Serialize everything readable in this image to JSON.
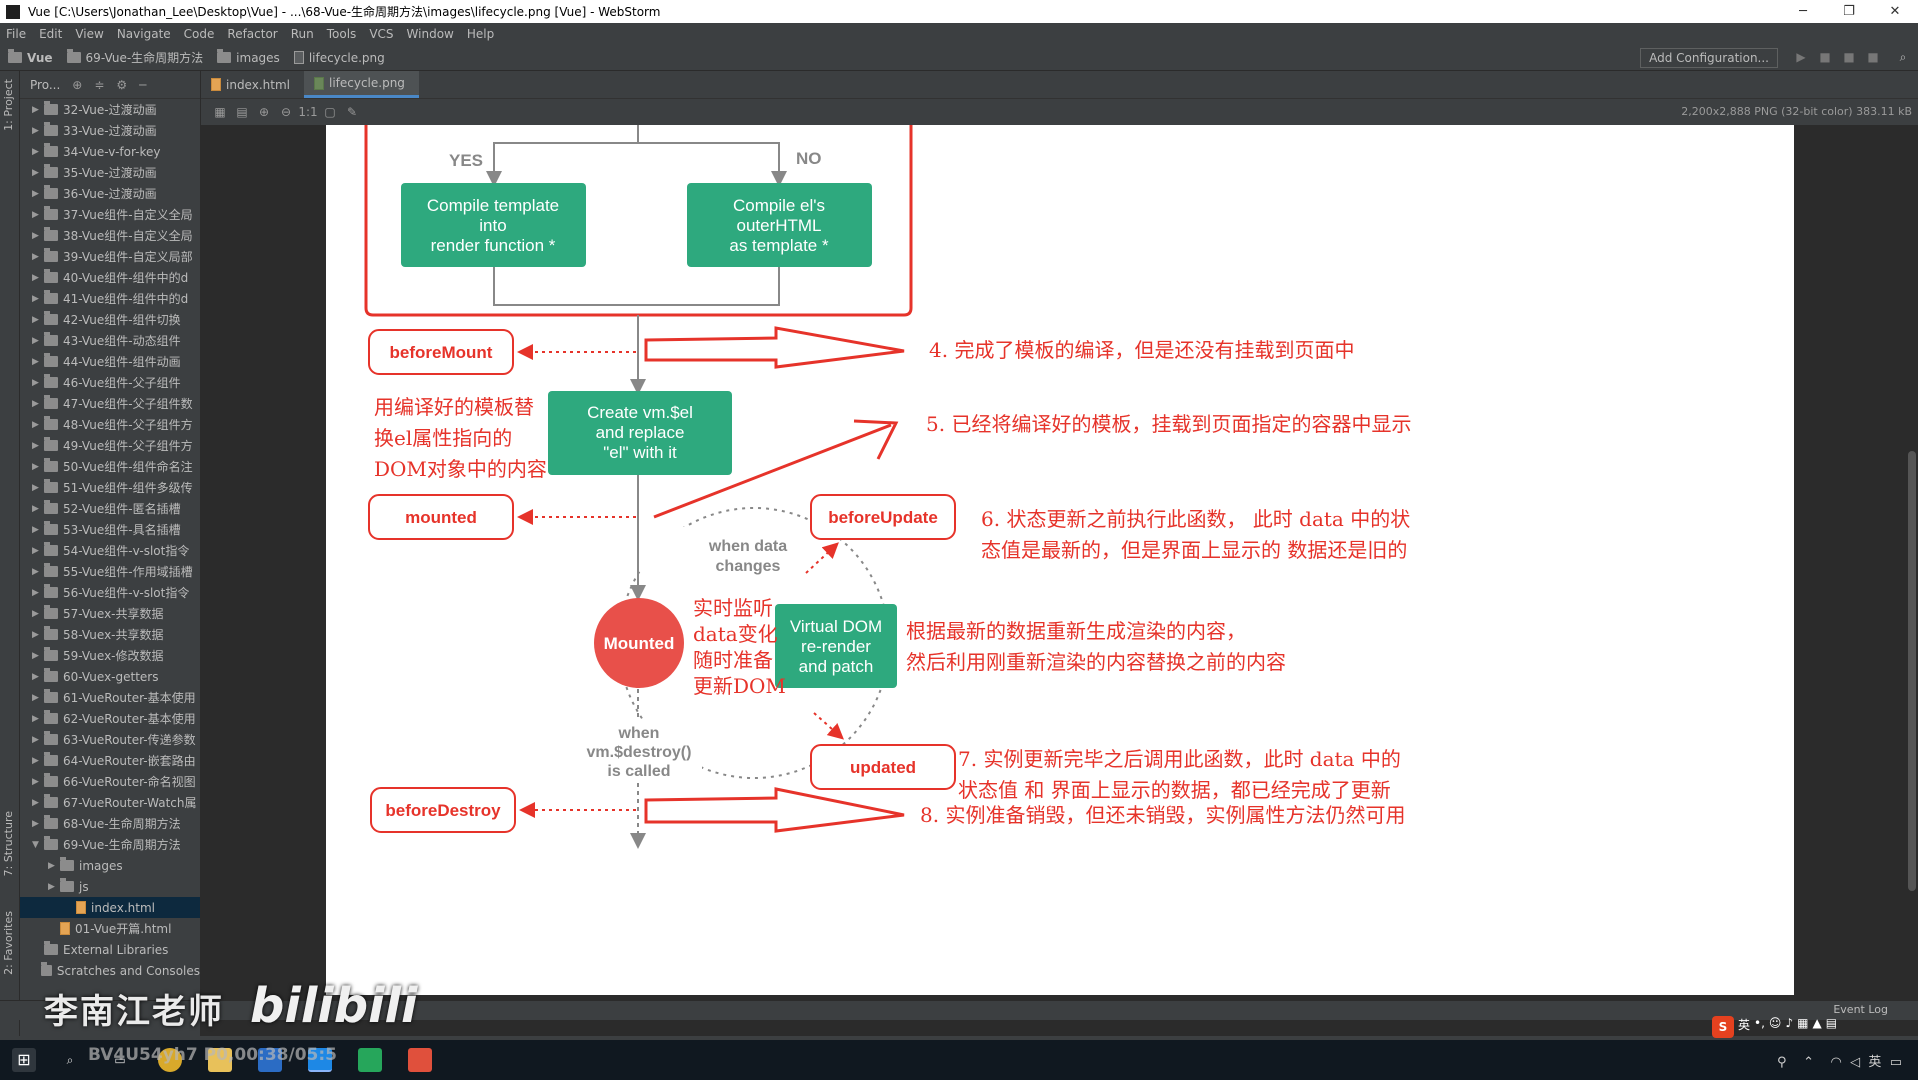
{
  "window": {
    "title": "Vue [C:\\Users\\Jonathan_Lee\\Desktop\\Vue] - ...\\68-Vue-生命周期方法\\images\\lifecycle.png [Vue] - WebStorm",
    "minimize": "─",
    "maximize": "❐",
    "close": "✕"
  },
  "menu": [
    "File",
    "Edit",
    "View",
    "Navigate",
    "Code",
    "Refactor",
    "Run",
    "Tools",
    "VCS",
    "Window",
    "Help"
  ],
  "breadcrumb": [
    "Vue",
    "69-Vue-生命周期方法",
    "images",
    "lifecycle.png"
  ],
  "toolbar": {
    "add_configuration": "Add Configuration..."
  },
  "side_tabs": {
    "project": "1: Project",
    "structure": "7: Structure",
    "favorites": "2: Favorites"
  },
  "project": {
    "header": "Pro...",
    "tree": [
      {
        "label": "32-Vue-过渡动画",
        "arrow": "▶",
        "indent": 0
      },
      {
        "label": "33-Vue-过渡动画",
        "arrow": "▶",
        "indent": 0
      },
      {
        "label": "34-Vue-v-for-key",
        "arrow": "▶",
        "indent": 0
      },
      {
        "label": "35-Vue-过渡动画",
        "arrow": "▶",
        "indent": 0
      },
      {
        "label": "36-Vue-过渡动画",
        "arrow": "▶",
        "indent": 0
      },
      {
        "label": "37-Vue组件-自定义全局",
        "arrow": "▶",
        "indent": 0
      },
      {
        "label": "38-Vue组件-自定义全局",
        "arrow": "▶",
        "indent": 0
      },
      {
        "label": "39-Vue组件-自定义局部",
        "arrow": "▶",
        "indent": 0
      },
      {
        "label": "40-Vue组件-组件中的d",
        "arrow": "▶",
        "indent": 0
      },
      {
        "label": "41-Vue组件-组件中的d",
        "arrow": "▶",
        "indent": 0
      },
      {
        "label": "42-Vue组件-组件切换",
        "arrow": "▶",
        "indent": 0
      },
      {
        "label": "43-Vue组件-动态组件",
        "arrow": "▶",
        "indent": 0
      },
      {
        "label": "44-Vue组件-组件动画",
        "arrow": "▶",
        "indent": 0
      },
      {
        "label": "46-Vue组件-父子组件",
        "arrow": "▶",
        "indent": 0
      },
      {
        "label": "47-Vue组件-父子组件数",
        "arrow": "▶",
        "indent": 0
      },
      {
        "label": "48-Vue组件-父子组件方",
        "arrow": "▶",
        "indent": 0
      },
      {
        "label": "49-Vue组件-父子组件方",
        "arrow": "▶",
        "indent": 0
      },
      {
        "label": "50-Vue组件-组件命名注",
        "arrow": "▶",
        "indent": 0
      },
      {
        "label": "51-Vue组件-组件多级传",
        "arrow": "▶",
        "indent": 0
      },
      {
        "label": "52-Vue组件-匿名插槽",
        "arrow": "▶",
        "indent": 0
      },
      {
        "label": "53-Vue组件-具名插槽",
        "arrow": "▶",
        "indent": 0
      },
      {
        "label": "54-Vue组件-v-slot指令",
        "arrow": "▶",
        "indent": 0
      },
      {
        "label": "55-Vue组件-作用域插槽",
        "arrow": "▶",
        "indent": 0
      },
      {
        "label": "56-Vue组件-v-slot指令",
        "arrow": "▶",
        "indent": 0
      },
      {
        "label": "57-Vuex-共享数据",
        "arrow": "▶",
        "indent": 0
      },
      {
        "label": "58-Vuex-共享数据",
        "arrow": "▶",
        "indent": 0
      },
      {
        "label": "59-Vuex-修改数据",
        "arrow": "▶",
        "indent": 0
      },
      {
        "label": "60-Vuex-getters",
        "arrow": "▶",
        "indent": 0
      },
      {
        "label": "61-VueRouter-基本使用",
        "arrow": "▶",
        "indent": 0
      },
      {
        "label": "62-VueRouter-基本使用",
        "arrow": "▶",
        "indent": 0
      },
      {
        "label": "63-VueRouter-传递参数",
        "arrow": "▶",
        "indent": 0
      },
      {
        "label": "64-VueRouter-嵌套路由",
        "arrow": "▶",
        "indent": 0
      },
      {
        "label": "66-VueRouter-命名视图",
        "arrow": "▶",
        "indent": 0
      },
      {
        "label": "67-VueRouter-Watch属",
        "arrow": "▶",
        "indent": 0
      },
      {
        "label": "68-Vue-生命周期方法",
        "arrow": "▶",
        "indent": 0
      },
      {
        "label": "69-Vue-生命周期方法",
        "arrow": "▼",
        "indent": 0
      },
      {
        "label": "images",
        "arrow": "▶",
        "indent": 1
      },
      {
        "label": "js",
        "arrow": "▶",
        "indent": 1
      },
      {
        "label": "index.html",
        "arrow": "",
        "indent": 2,
        "selected": true
      },
      {
        "label": "01-Vue开篇.html",
        "arrow": "",
        "indent": 1
      },
      {
        "label": "External Libraries",
        "arrow": "",
        "indent": 0
      },
      {
        "label": "Scratches and Consoles",
        "arrow": "",
        "indent": 0
      }
    ]
  },
  "tabs": [
    {
      "label": "index.html",
      "type": "html",
      "active": false
    },
    {
      "label": "lifecycle.png",
      "type": "png",
      "active": true
    }
  ],
  "image_info": "2,200x2,888 PNG (32-bit color) 383.11 kB",
  "diagram": {
    "yes": "YES",
    "no": "NO",
    "compile_template": [
      "Compile template",
      "into",
      "render function *"
    ],
    "compile_el": [
      "Compile el's",
      "outerHTML",
      "as template *"
    ],
    "before_mount": "beforeMount",
    "create_vm": [
      "Create vm.$el",
      "and replace",
      "\"el\" with it"
    ],
    "mounted_hook": "mounted",
    "before_update": "beforeUpdate",
    "mounted_circle": "Mounted",
    "when_data_changes": [
      "when data",
      "changes"
    ],
    "virtual_dom": [
      "Virtual DOM",
      "re-render",
      "and patch"
    ],
    "updated": "updated",
    "when_destroy": [
      "when",
      "vm.$destroy()",
      "is called"
    ],
    "before_destroy": "beforeDestroy",
    "colors": {
      "green": "#2ea97e",
      "red": "#e6332a",
      "circle": "#e8504a"
    }
  },
  "annotations": {
    "note4": "4. 完成了模板的编译，但是还没有挂载到页面中",
    "note_replace": [
      "用编译好的模板替",
      "换el属性指向的",
      "DOM对象中的内容"
    ],
    "note5": "5. 已经将编译好的模板，挂载到页面指定的容器中显示",
    "note6": [
      "6. 状态更新之前执行此函数， 此时 data 中的状",
      "态值是最新的，但是界面上显示的 数据还是旧的"
    ],
    "note_listen": [
      "实时监听",
      "data变化",
      "随时准备",
      "更新DOM"
    ],
    "note_rerender": [
      "根据最新的数据重新生成渲染的内容，",
      "然后利用刚重新渲染的内容替换之前的内容"
    ],
    "note7": [
      "7. 实例更新完毕之后调用此函数，此时 data 中的",
      "状态值 和 界面上显示的数据，都已经完成了更新"
    ],
    "note8": "8. 实例准备销毁，但还未销毁，实例属性方法仍然可用"
  },
  "status": {
    "event_log": "Event Log"
  },
  "overlay": {
    "teacher": "李南江老师",
    "logo": "bilibili",
    "bvid": "BV4U54yh7 P0,00:38/05:5"
  }
}
